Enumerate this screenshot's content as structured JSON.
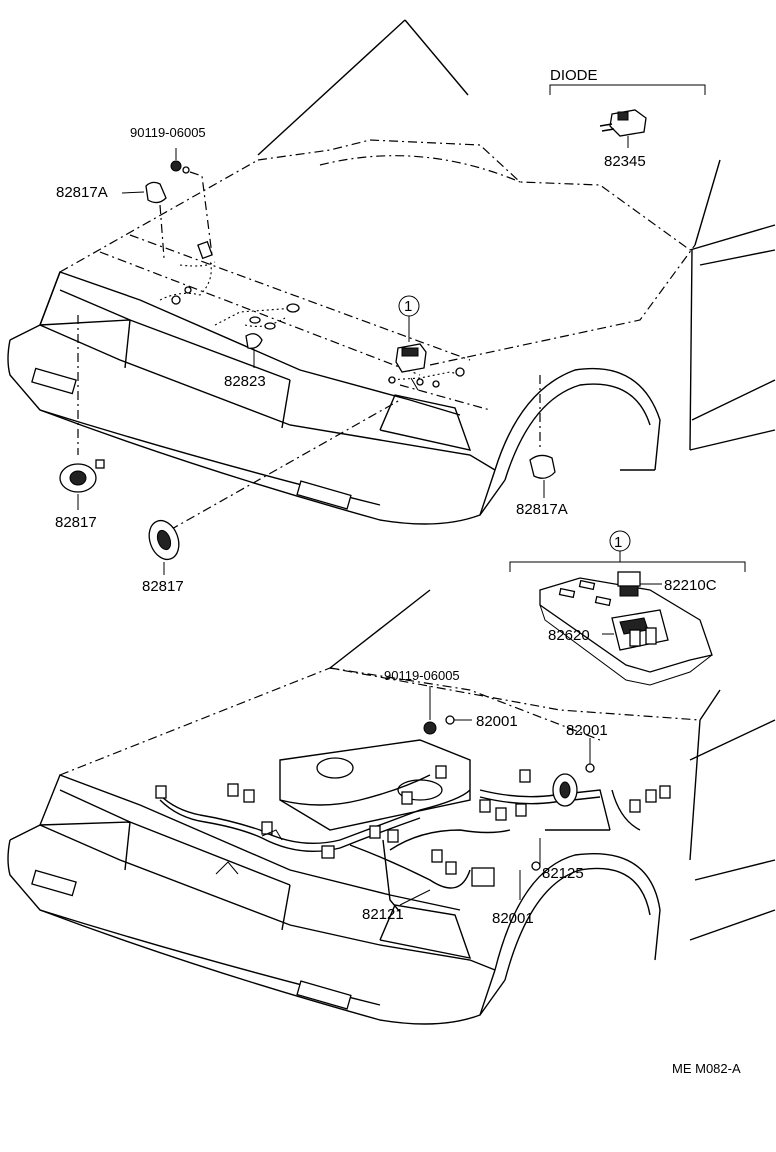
{
  "diagram_code": "ME M082-A",
  "top_view": {
    "diode_header": "DIODE",
    "labels": {
      "screw_top": "90119-06005",
      "bracket_left_top": "82817A",
      "diode_part": "82345",
      "relay_callout": "1",
      "clamp": "82823",
      "horn_left": "82817",
      "horn_center": "82817",
      "bracket_right": "82817A"
    }
  },
  "detail_box": {
    "callout": "1",
    "labels": {
      "relay": "82210C",
      "junction_block": "82620"
    }
  },
  "bottom_view": {
    "labels": {
      "screw": "90119-06005",
      "clip_a": "82001",
      "clip_b": "82001",
      "harness_right": "82125",
      "harness_main": "82121",
      "clip_c": "82001"
    }
  }
}
